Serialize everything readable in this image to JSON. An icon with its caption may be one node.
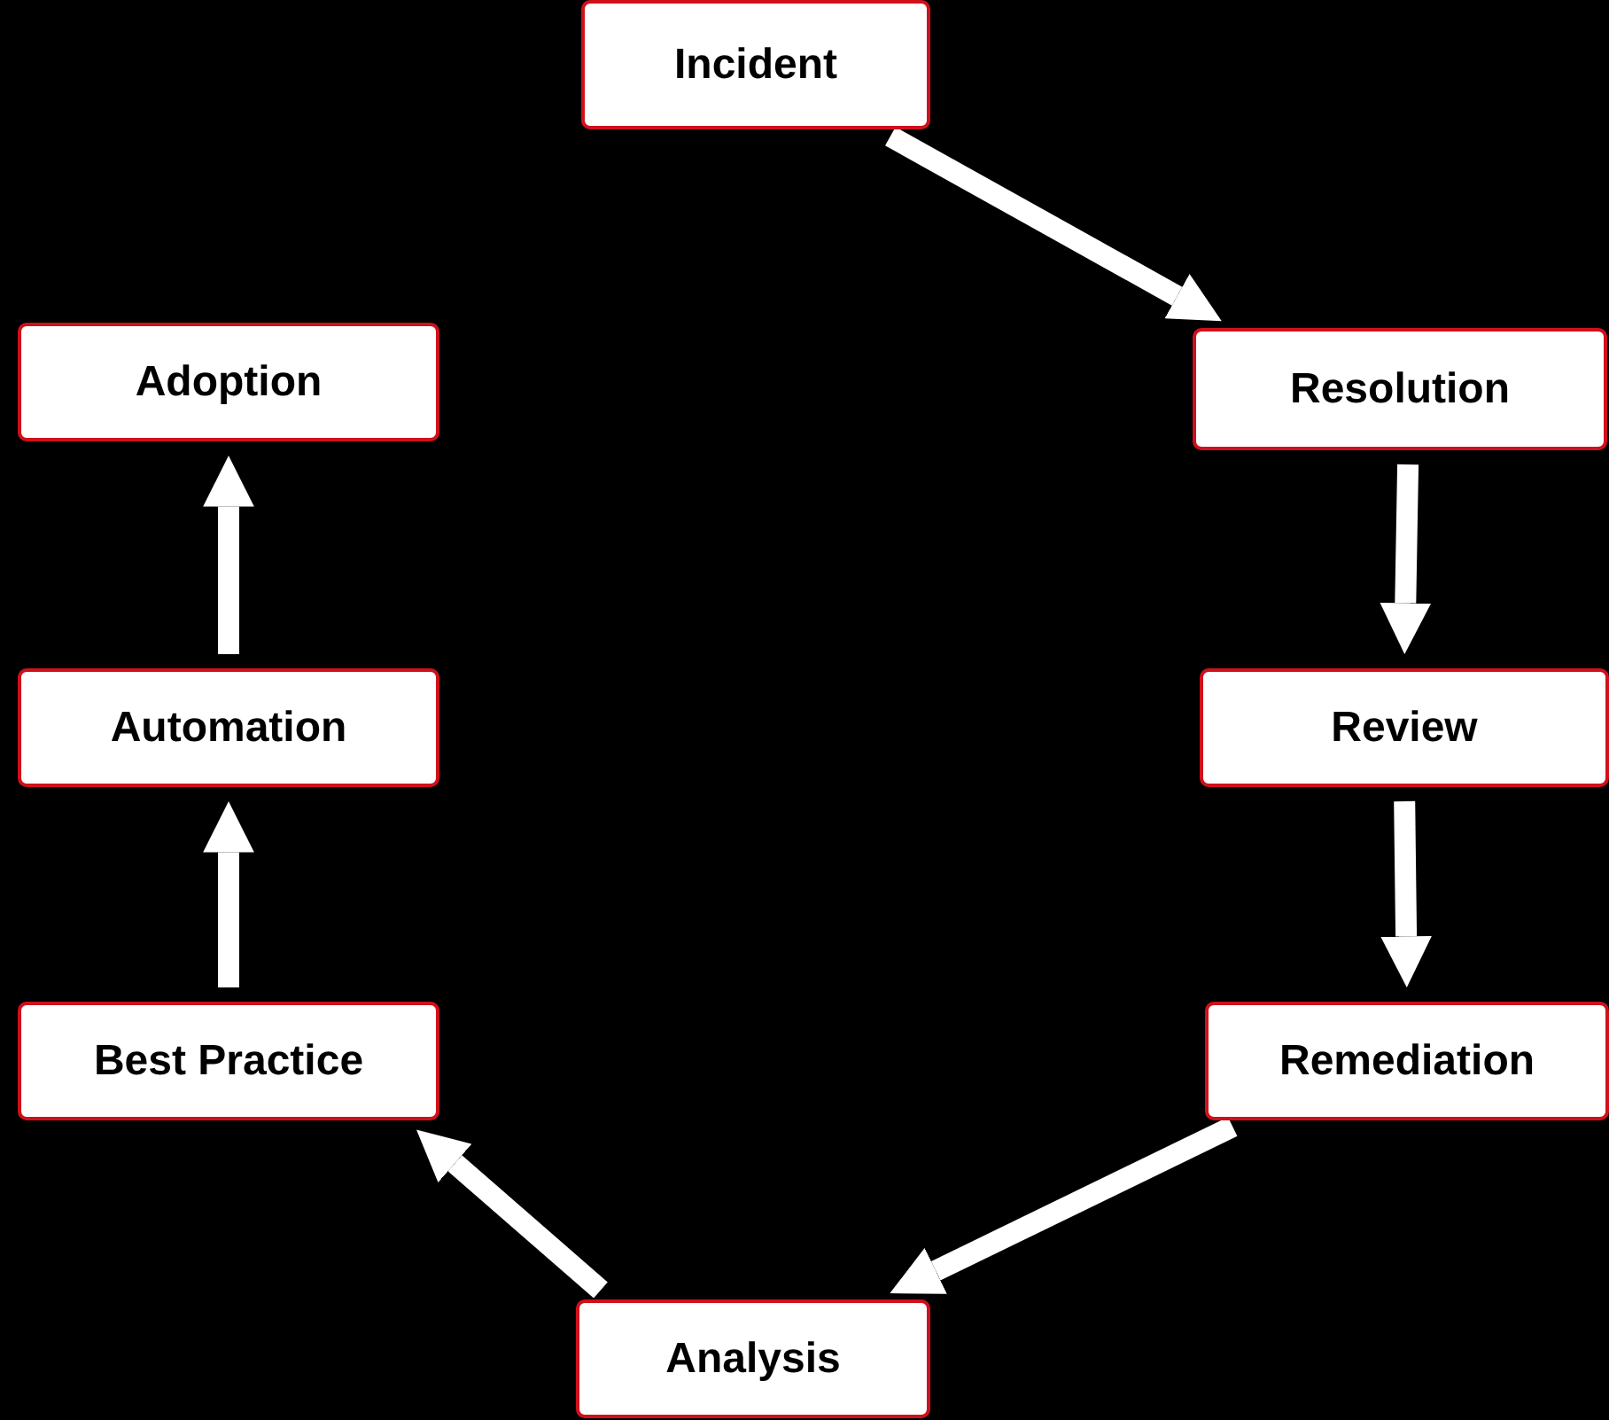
{
  "diagram": {
    "nodes": [
      {
        "text": [
          "Incident"
        ]
      },
      {
        "text": [
          "Resolution"
        ]
      },
      {
        "text": [
          "Review"
        ]
      },
      {
        "text": [
          "Remediation"
        ]
      },
      {
        "text": [
          "Analysis"
        ]
      },
      {
        "text": [
          "Best Practice"
        ]
      },
      {
        "text": [
          "Automation"
        ]
      },
      {
        "text": [
          "Adoption"
        ]
      }
    ],
    "edges": [
      {
        "from": 0,
        "to": 1,
        "arrow": "to"
      },
      {
        "from": 1,
        "to": 2,
        "arrow": "to"
      },
      {
        "from": 2,
        "to": 3,
        "arrow": "to"
      },
      {
        "from": 3,
        "to": 4,
        "arrow": "to"
      },
      {
        "from": 4,
        "to": 5,
        "arrow": "to"
      },
      {
        "from": 5,
        "to": 6,
        "arrow": "to"
      },
      {
        "from": 6,
        "to": 7,
        "arrow": "to"
      }
    ]
  }
}
